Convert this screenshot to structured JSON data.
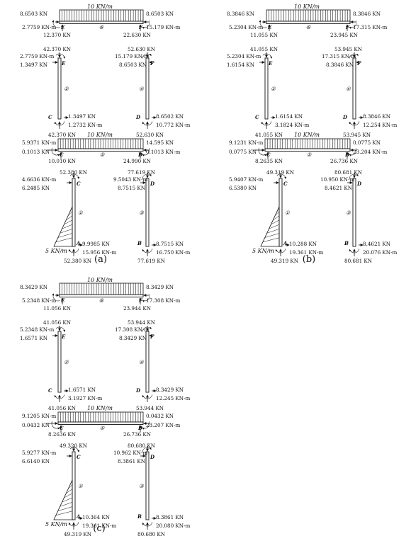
{
  "uniform_load_label": "10 KN/m",
  "triangular_load_label": "5 KN/m",
  "panels": [
    {
      "tag": "(a)",
      "upper": {
        "E_top": "8.6503 KN",
        "E_mom": "2.7759 KN-m",
        "E_shear": "12.370 KN",
        "F_top": "8.6503 KN",
        "F_mom": "15.179 KN-m",
        "F_shear": "22.630 KN",
        "E_axial": "42.370 KN",
        "E_col_mom": "2.7759 KN-m",
        "E_col_sh": "1.3497 KN",
        "F_axial": "52.630 KN",
        "F_col_mom": "15.179 KN-m",
        "F_col_sh": "8.6503 KN",
        "C_sh": "1.3497 KN",
        "C_mom": "1.2732 KN-m",
        "C_axial": "42.370 KN",
        "D_sh": "8.6502 KN",
        "D_mom": "10.772 KN-m",
        "D_axial": "52.630 KN"
      },
      "lower": {
        "C_beam_mom": "5.9371 KN-m",
        "C_beam_h": "0.1013 KN",
        "C_beam_sh": "10.010 KN",
        "D_beam_h": "14.595 KN",
        "D_beam_mom": "0.1013 KN-m",
        "D_beam_sh": "24.990 KN",
        "C_axial": "52.380 KN",
        "C_col_mom": "4.6636 KN-m",
        "C_col_sh": "6.2485 KN",
        "D_axial": "77.619 KN",
        "D_col_mom": "9.5043 KN-m",
        "D_col_sh": "8.7515 KN",
        "A_sh": "9.9985 KN",
        "A_mom": "15.956 KN-m",
        "A_axial": "52.380 KN",
        "B_sh": "8.7515 KN",
        "B_mom": "16.750 KN-m",
        "B_axial": "77.619 KN"
      }
    },
    {
      "tag": "(b)",
      "upper": {
        "E_top": "8.3846 KN",
        "E_mom": "5.2304 KN-m",
        "E_shear": "11.055 KN",
        "F_top": "8.3846 KN",
        "F_mom": "17.315 KN-m",
        "F_shear": "23.945 KN",
        "E_axial": "41.055 KN",
        "E_col_mom": "5.2304 KN-m",
        "E_col_sh": "1.6154 KN",
        "F_axial": "53.945 KN",
        "F_col_mom": "17.315 KN-m",
        "F_col_sh": "8.3846 KN",
        "C_sh": "1.6154 KN",
        "C_mom": "3.1824 KN-m",
        "C_axial": "41.055 KN",
        "D_sh": "8.3846 KN",
        "D_mom": "12.254 KN-m",
        "D_axial": "53.945 KN"
      },
      "lower": {
        "C_beam_mom": "9.1231 KN-m",
        "C_beam_h": "0.0775 KN",
        "C_beam_sh": "8.2635 KN",
        "D_beam_h": "0.0775 KN",
        "D_beam_mom": "23.204 KN-m",
        "D_beam_sh": "26.736 KN",
        "C_axial": "49.319 KN",
        "C_col_mom": "5.9407 KN-m",
        "C_col_sh": "6.5380 KN",
        "D_axial": "80.681 KN",
        "D_col_mom": "10.950 KN-m",
        "D_col_sh": "8.4621 KN",
        "A_sh": "10.288 KN",
        "A_mom": "19.361 KN-m",
        "A_axial": "49.319 KN",
        "B_sh": "8.4621 KN",
        "B_mom": "20.076 KN-m",
        "B_axial": "80.681 KN"
      }
    },
    {
      "tag": "(c)",
      "upper": {
        "E_top": "8.3429 KN",
        "E_mom": "5.2348 KN-m",
        "E_shear": "11.056 KN",
        "F_top": "8.3429 KN",
        "F_mom": "17.308 KN-m",
        "F_shear": "23.944 KN",
        "E_axial": "41.056 KN",
        "E_col_mom": "5.2348 KN-m",
        "E_col_sh": "1.6571 KN",
        "F_axial": "53.944 KN",
        "F_col_mom": "17.308 KN-m",
        "F_col_sh": "8.3429 KN",
        "C_sh": "1.6571 KN",
        "C_mom": "3.1927 KN-m",
        "C_axial": "41.056 KN",
        "D_sh": "8.3429 KN",
        "D_mom": "12.245 KN-m",
        "D_axial": "53.944 KN"
      },
      "lower": {
        "C_beam_mom": "9.1205 KN-m",
        "C_beam_h": "0.0432 KN",
        "C_beam_sh": "8.2636 KN",
        "D_beam_h": "0.0432 KN",
        "D_beam_mom": "23.207 KN-m",
        "D_beam_sh": "26.736 KN",
        "C_axial": "49.320 KN",
        "C_col_mom": "5.9277 KN-m",
        "C_col_sh": "6.6140 KN",
        "D_axial": "80.680 KN",
        "D_col_mom": "10.962 KN-m",
        "D_col_sh": "8.3861 KN",
        "A_sh": "10.364 KN",
        "A_mom": "19.361 KN-m",
        "A_axial": "49.319 KN",
        "B_sh": "8.3861 KN",
        "B_mom": "20.080 KN-m",
        "B_axial": "80.680 KN"
      }
    }
  ],
  "node_labels": {
    "A": "A",
    "B": "B",
    "C": "C",
    "D": "D",
    "E": "E",
    "F": "F"
  },
  "member_labels": [
    "①",
    "②",
    "③",
    "④",
    "⑤",
    "⑥"
  ]
}
